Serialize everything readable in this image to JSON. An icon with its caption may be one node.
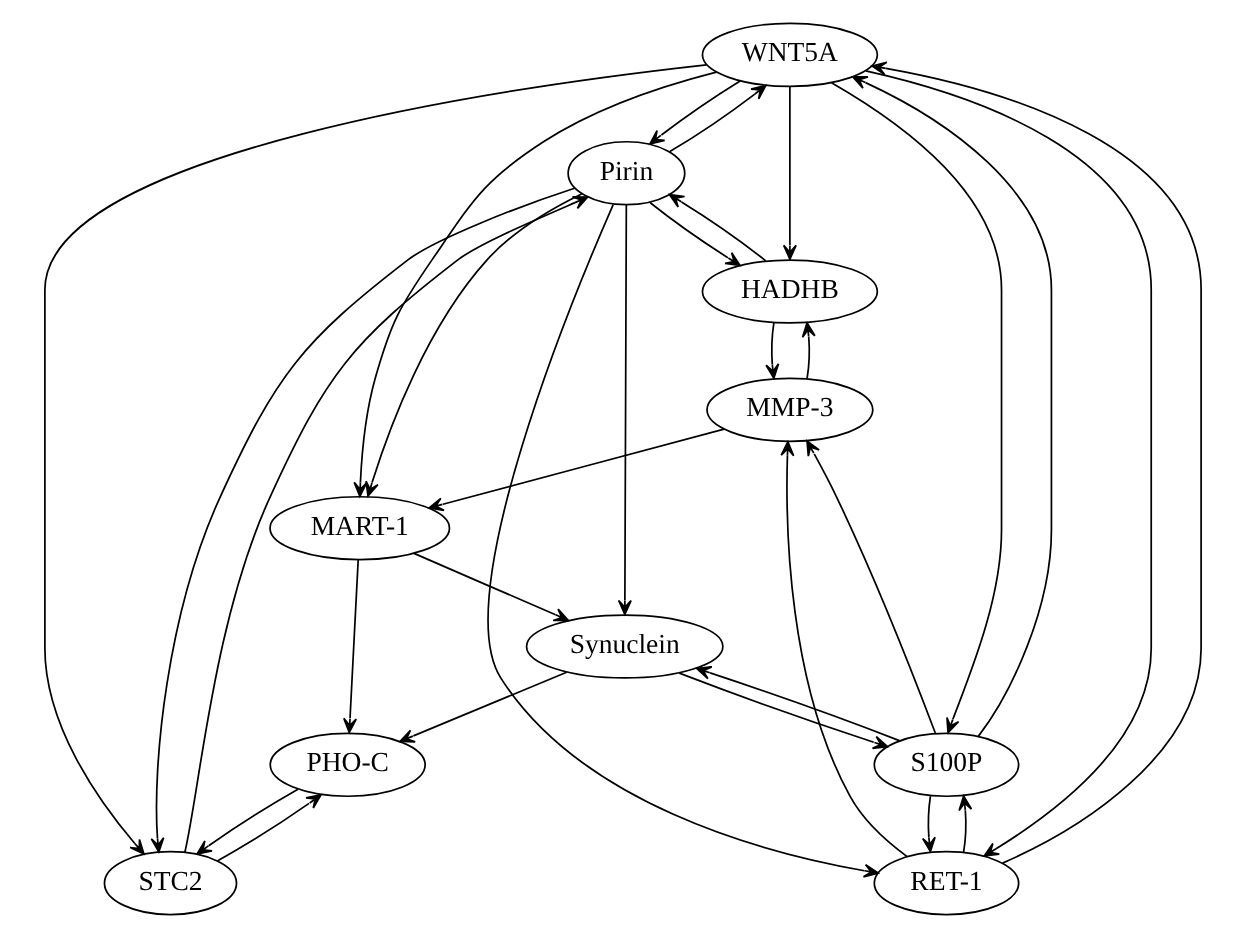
{
  "diagram": {
    "nodes": [
      {
        "text": [
          "WNT5A"
        ]
      },
      {
        "text": [
          "Pirin"
        ]
      },
      {
        "text": [
          "Synuclein"
        ]
      },
      {
        "text": [
          "MART-1"
        ]
      },
      {
        "text": [
          "S100P"
        ]
      },
      {
        "text": [
          "PHO-C"
        ]
      },
      {
        "text": [
          "RET-1"
        ]
      },
      {
        "text": [
          "MMP-3"
        ]
      },
      {
        "text": [
          "STC2"
        ]
      },
      {
        "text": [
          "HADHB"
        ]
      }
    ],
    "edges": [
      {
        "from": 0,
        "to": 1,
        "arrow": "to"
      },
      {
        "from": 1,
        "to": 0,
        "arrow": "to"
      },
      {
        "from": 0,
        "to": 3,
        "arrow": "to"
      },
      {
        "from": 0,
        "to": 8,
        "arrow": "to"
      },
      {
        "from": 0,
        "to": 4,
        "arrow": "to"
      },
      {
        "from": 4,
        "to": 0,
        "arrow": "to"
      },
      {
        "from": 0,
        "to": 6,
        "arrow": "to"
      },
      {
        "from": 6,
        "to": 0,
        "arrow": "to"
      },
      {
        "from": 0,
        "to": 9,
        "arrow": "to"
      },
      {
        "from": 1,
        "to": 3,
        "arrow": "to"
      },
      {
        "from": 1,
        "to": 2,
        "arrow": "to"
      },
      {
        "from": 1,
        "to": 6,
        "arrow": "to"
      },
      {
        "from": 1,
        "to": 8,
        "arrow": "to"
      },
      {
        "from": 8,
        "to": 1,
        "arrow": "to"
      },
      {
        "from": 1,
        "to": 9,
        "arrow": "to"
      },
      {
        "from": 9,
        "to": 1,
        "arrow": "to"
      },
      {
        "from": 3,
        "to": 2,
        "arrow": "to"
      },
      {
        "from": 3,
        "to": 5,
        "arrow": "to"
      },
      {
        "from": 2,
        "to": 5,
        "arrow": "to"
      },
      {
        "from": 2,
        "to": 4,
        "arrow": "to"
      },
      {
        "from": 4,
        "to": 2,
        "arrow": "to"
      },
      {
        "from": 5,
        "to": 8,
        "arrow": "to"
      },
      {
        "from": 8,
        "to": 5,
        "arrow": "to"
      },
      {
        "from": 7,
        "to": 3,
        "arrow": "to"
      },
      {
        "from": 4,
        "to": 7,
        "arrow": "to"
      },
      {
        "from": 4,
        "to": 6,
        "arrow": "to"
      },
      {
        "from": 6,
        "to": 4,
        "arrow": "to"
      },
      {
        "from": 6,
        "to": 7,
        "arrow": "to"
      },
      {
        "from": 7,
        "to": 9,
        "arrow": "to"
      },
      {
        "from": 9,
        "to": 7,
        "arrow": "to"
      }
    ]
  }
}
